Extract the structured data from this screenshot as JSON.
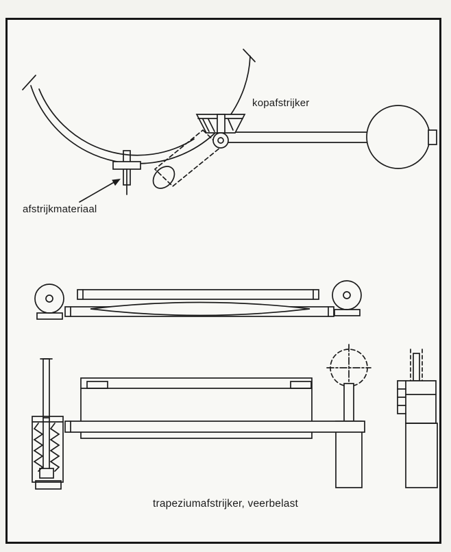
{
  "labels": {
    "kopafstrijker": "kopafstrijker",
    "afstrijkmateriaal": "afstrijkmateriaal",
    "caption": "trapeziumafstrijker, veerbelast"
  },
  "colors": {
    "line": "#1c1c1c",
    "background": "#f8f8f5",
    "frame_border": "#161616"
  }
}
